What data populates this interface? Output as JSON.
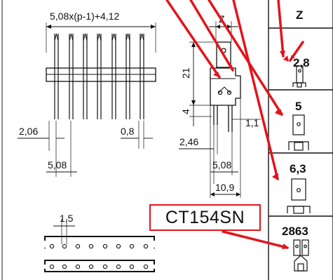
{
  "front_view": {
    "overall_length_formula": "5,08x(p-1)+4,12",
    "dim_pin_offset": "2,06",
    "dim_pin_width": "0,8",
    "dim_pitch": "5,08"
  },
  "side_view": {
    "dim_z": "Z",
    "dim_height": "21",
    "dim_small_height": "4",
    "dim_thickness": "1,1",
    "dim_offset": "2,46",
    "dim_pitch": "5,08",
    "dim_width": "10,9"
  },
  "bottom_view": {
    "dim_hole": "1,5"
  },
  "z_table": {
    "header": "Z",
    "options": [
      {
        "value": "2,8"
      },
      {
        "value": "5"
      },
      {
        "value": "6,3"
      },
      {
        "value": "2863"
      }
    ]
  },
  "annotation": {
    "label": "CT154SN",
    "color": "#e3141b"
  }
}
